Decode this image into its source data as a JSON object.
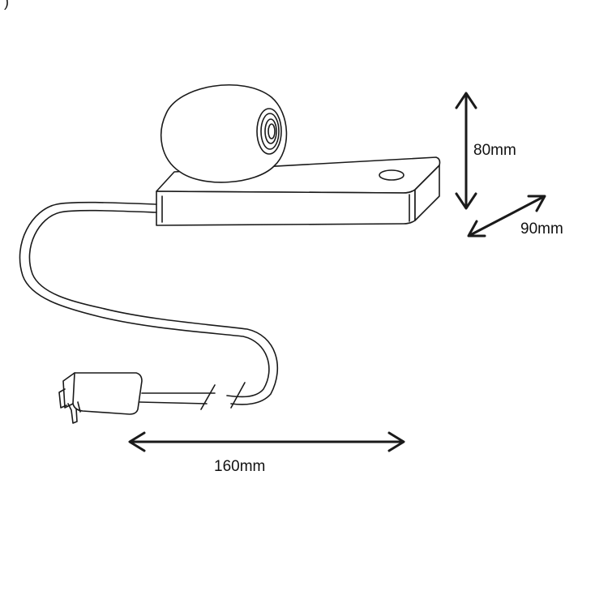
{
  "caption": "(                    )",
  "dimensions": {
    "height": "80mm",
    "depth": "90mm",
    "width": "160mm"
  },
  "colors": {
    "line": "#1a1a1a",
    "background": "#ffffff"
  }
}
